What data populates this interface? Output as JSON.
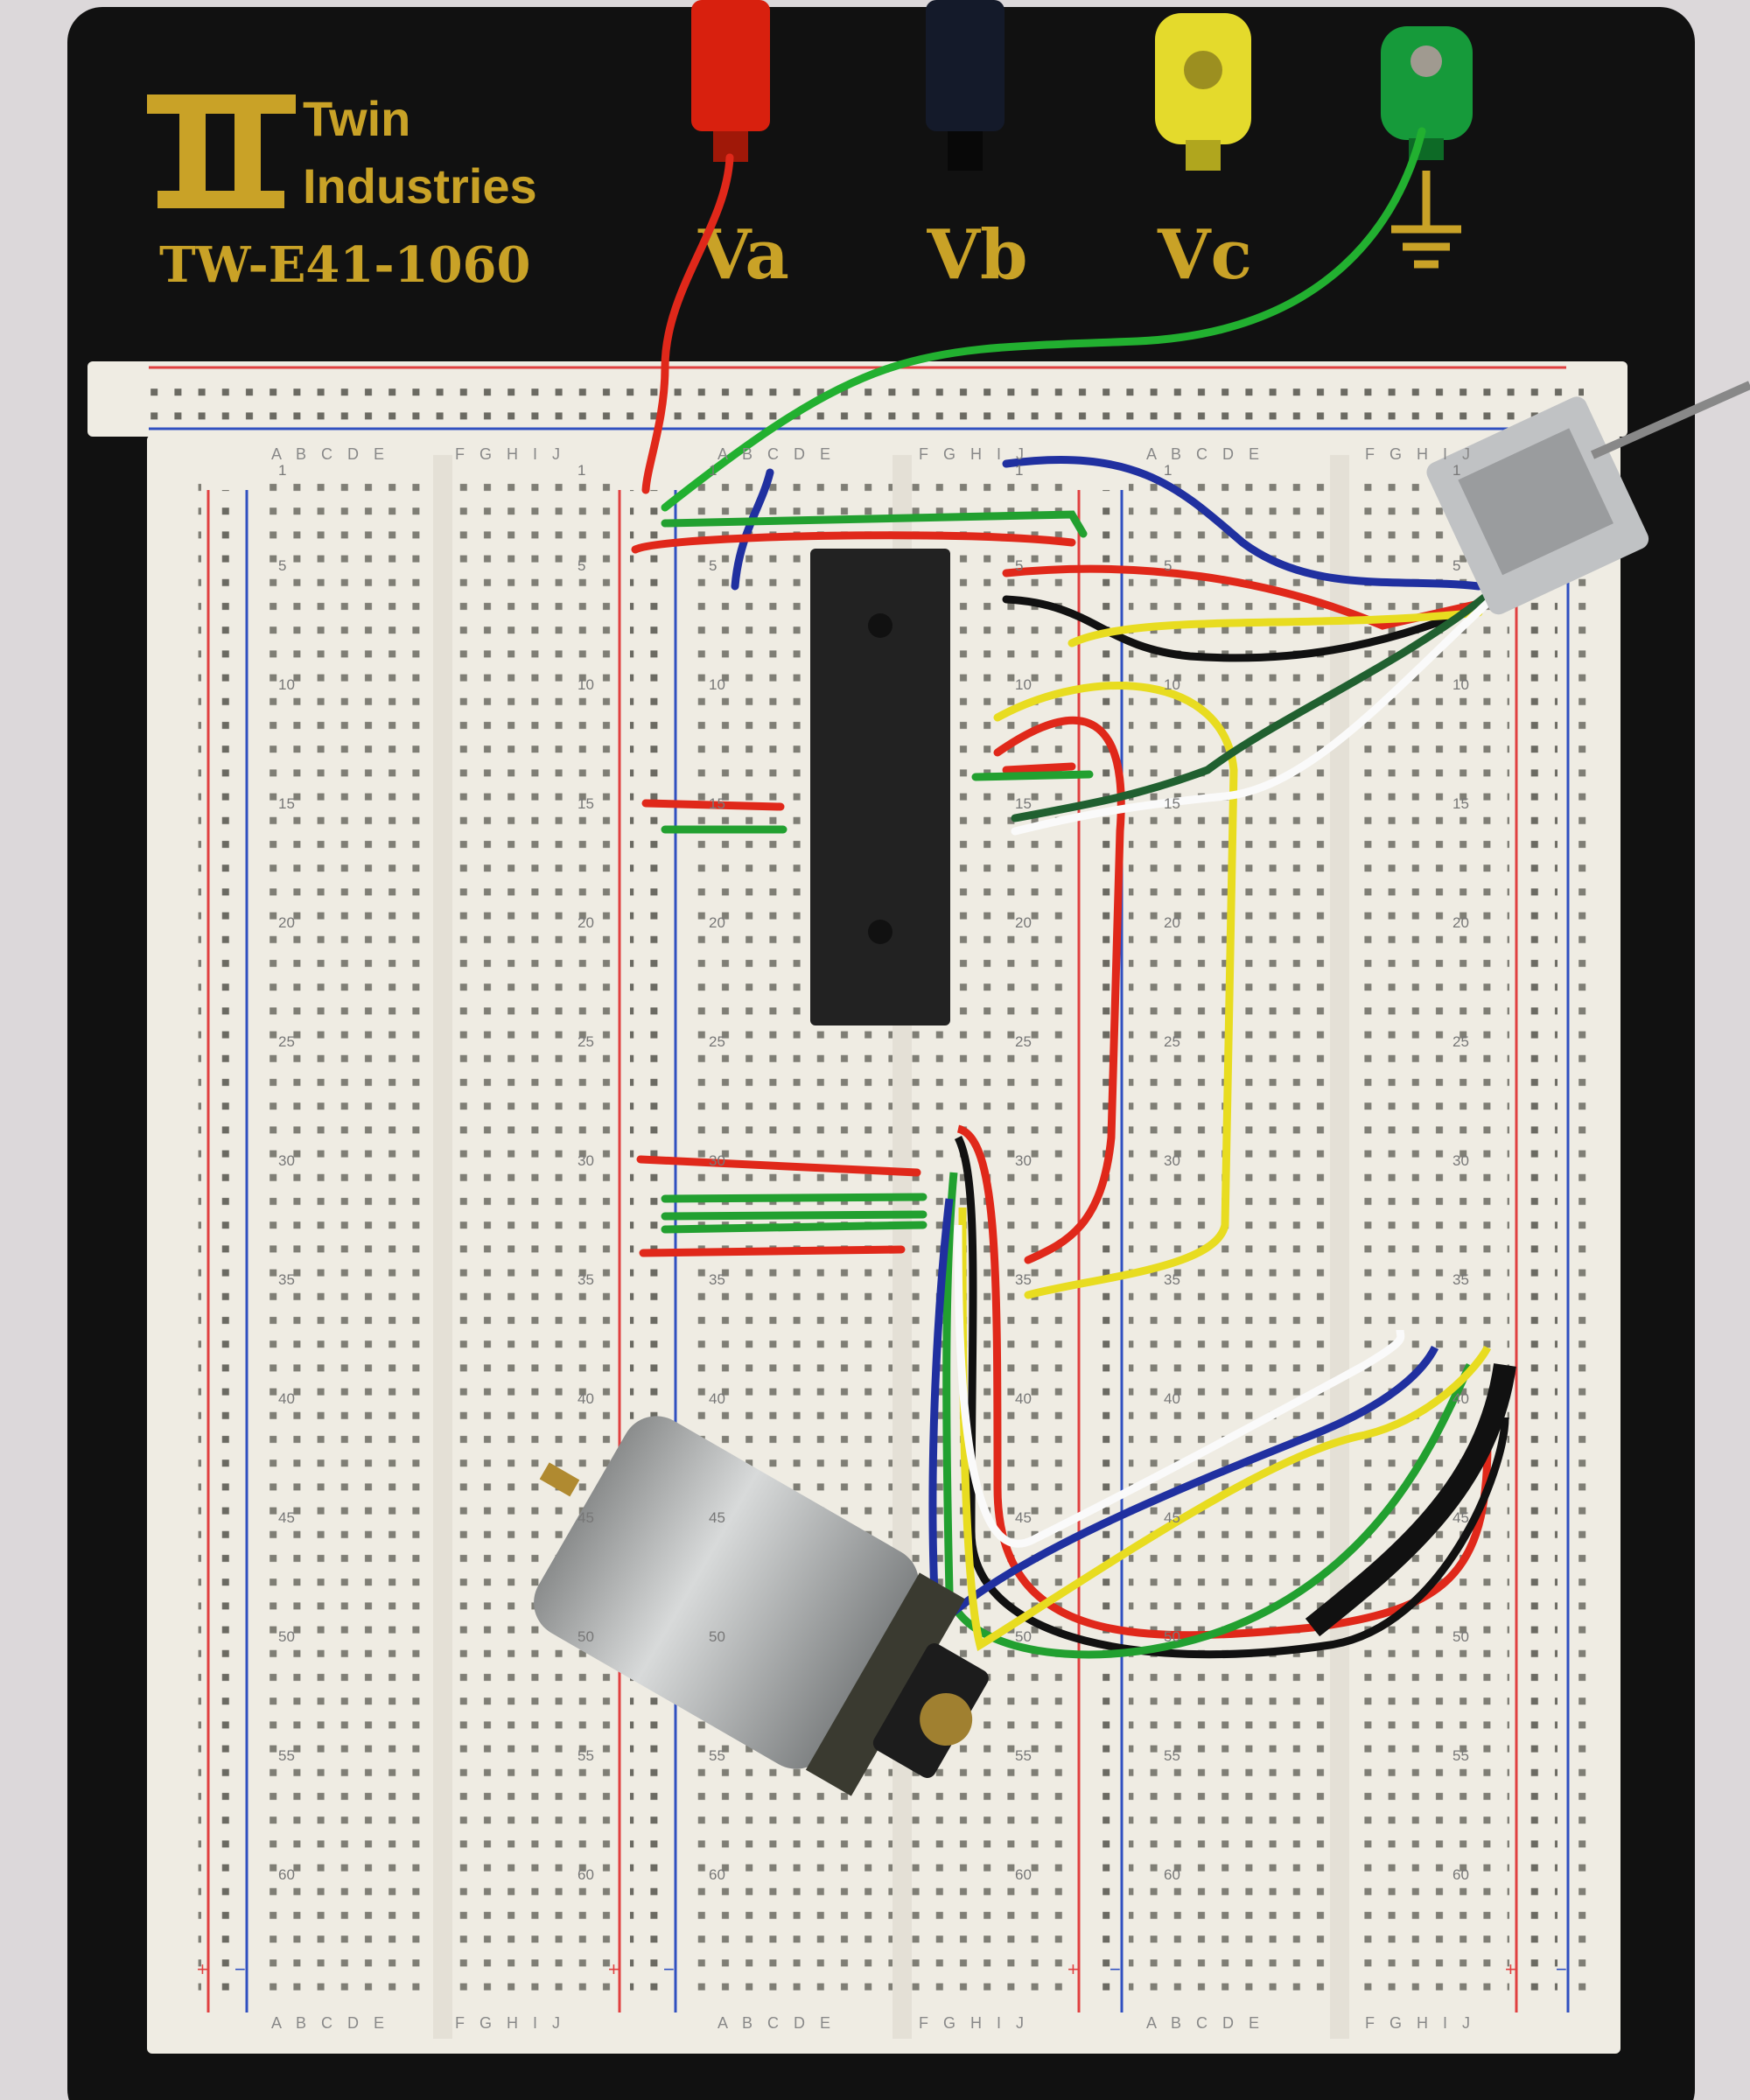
{
  "brand": {
    "line1": "Twin",
    "line2": "Industries",
    "model": "TW-E41-1060",
    "logo_letters": "TI"
  },
  "posts": [
    {
      "label": "Va",
      "color": "#e02010"
    },
    {
      "label": "Vb",
      "color": "#141a30"
    },
    {
      "label": "Vc",
      "color": "#e6dc2a"
    },
    {
      "label": "ground",
      "color": "#169a3a"
    }
  ],
  "breadboard": {
    "columns_left": "A B C D E",
    "columns_right": "F G H I J",
    "row_labels": [
      "1",
      "5",
      "10",
      "15",
      "20",
      "25",
      "30",
      "35",
      "40",
      "45",
      "50",
      "55",
      "60"
    ],
    "plus": "+",
    "minus": "−"
  },
  "colors": {
    "board": "#111111",
    "breadboard": "#efece3",
    "gold": "#c9a227",
    "chip": "#222222"
  }
}
